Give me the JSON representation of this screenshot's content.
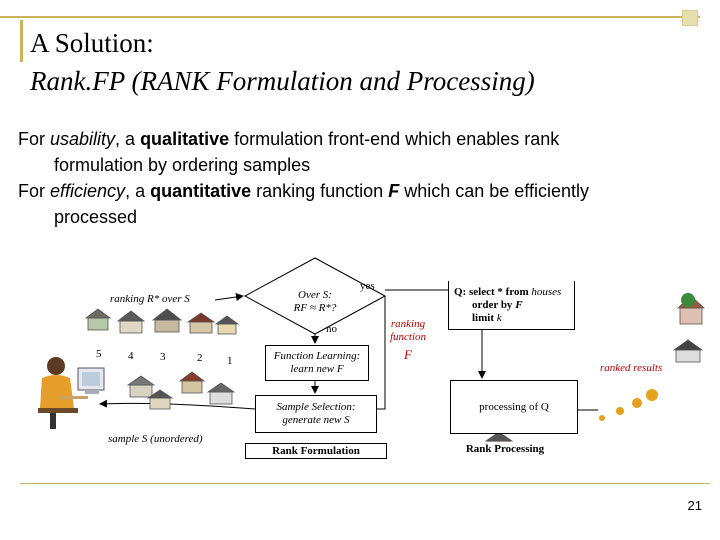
{
  "title": {
    "line1": "A Solution:",
    "line2": "Rank.FP (RANK Formulation and Processing)"
  },
  "bullets": [
    {
      "pre": "For ",
      "em": "usability",
      "mid": ", a ",
      "strong": "qualitative",
      "rest1": " formulation front-end which enables rank",
      "rest2": "formulation by ordering samples"
    },
    {
      "pre": "For ",
      "em": "efficiency",
      "mid": ", a ",
      "strong": "quantitative",
      "rest1a": " ranking function ",
      "f": "F",
      "rest1b": "  which can be efficiently",
      "rest2": "processed"
    }
  ],
  "diagram": {
    "ranking_label": "ranking R* over S",
    "sample_numbers": [
      "5",
      "4",
      "3",
      "2",
      "1"
    ],
    "sample_label": "sample S (unordered)",
    "over_s_line1": "Over S:",
    "over_s_line2": "RF ≈ R*?",
    "yes": "yes",
    "no": "no",
    "function_learning_line1": "Function Learning:",
    "function_learning_line2": "learn new F",
    "sample_selection_line1": "Sample Selection:",
    "sample_selection_line2": "generate new S",
    "rank_formulation": "Rank Formulation",
    "ranking_function_line1": "ranking",
    "ranking_function_line2": "function",
    "ranking_function_line3": "F",
    "query_line1a": "Q: select * from ",
    "query_line1b": "houses",
    "query_line2a": "order by ",
    "query_line2b": "F",
    "query_line3a": "limit ",
    "query_line3b": "k",
    "processing_label": "processing of Q",
    "ranked_results": "ranked results",
    "rank_processing": "Rank Processing"
  },
  "page_number": "21",
  "colors": {
    "accent": "#c8b45a",
    "ranking_red": "#c00000",
    "dot_orange": "#e6a020"
  }
}
